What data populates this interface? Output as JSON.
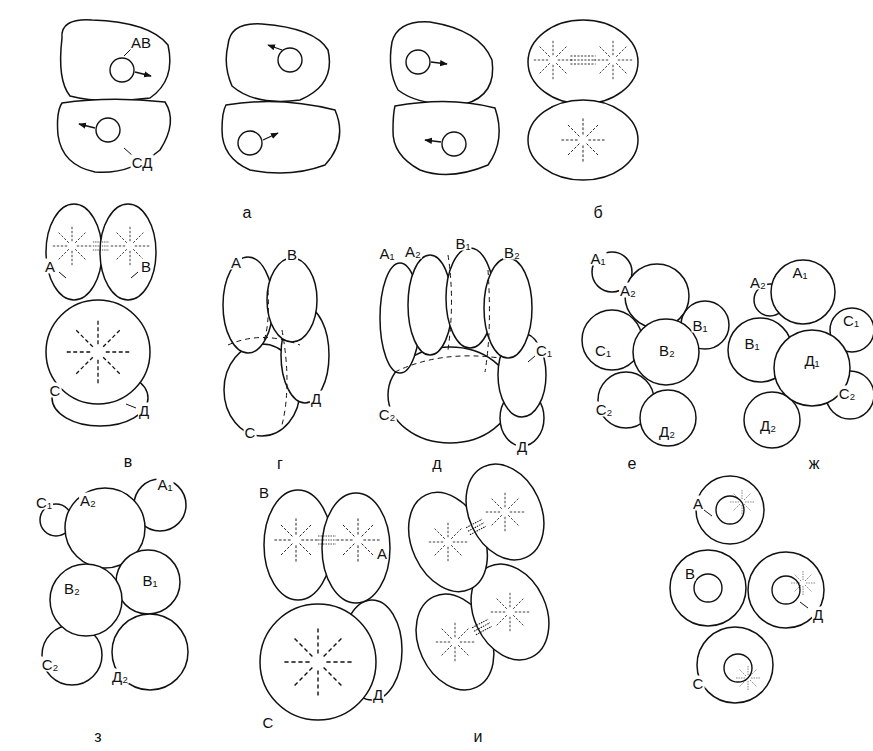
{
  "diagram": {
    "labels": [
      "АВ",
      "СД",
      "а",
      "б",
      "А",
      "В",
      "С",
      "Д",
      "в",
      "А",
      "В",
      "Д",
      "С",
      "г",
      "А₁",
      "А₂",
      "В₁",
      "В₂",
      "С₁",
      "С₂",
      "Д",
      "д",
      "А₁",
      "А₂",
      "С₁",
      "В₂",
      "В₁",
      "С₂",
      "Д₂",
      "е",
      "А₂",
      "А₁",
      "В₁",
      "С₁",
      "Д₁",
      "Д₂",
      "С₂",
      "ж",
      "С₁",
      "А₂",
      "А₁",
      "В₂",
      "В₁",
      "С₂",
      "Д₂",
      "з",
      "В",
      "А",
      "С",
      "Д",
      "и",
      "А",
      "В",
      "Д",
      "С"
    ]
  }
}
